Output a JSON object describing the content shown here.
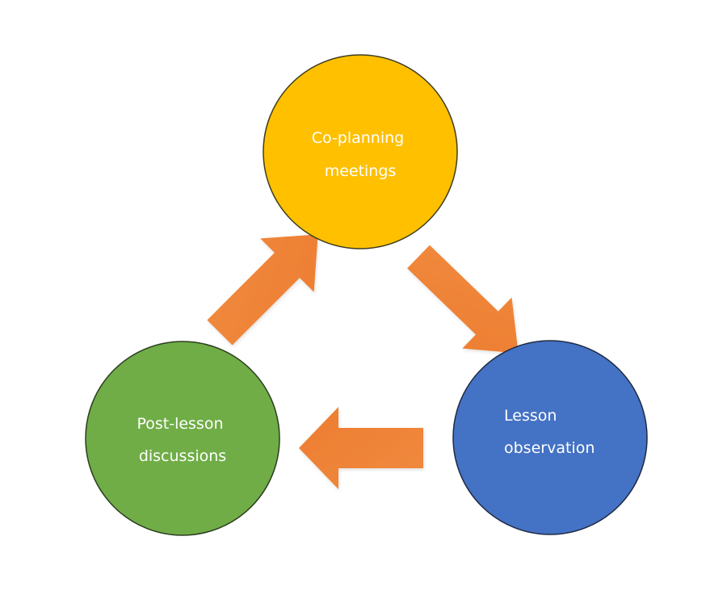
{
  "diagram": {
    "nodes": [
      {
        "id": "co-planning",
        "lines": [
          "Co-planning",
          "meetings"
        ],
        "color": "#FFC000",
        "stroke": "#3d3d1f"
      },
      {
        "id": "lesson-observation",
        "lines": [
          "Lesson",
          "observation"
        ],
        "color": "#4472C4",
        "stroke": "#1f2a44"
      },
      {
        "id": "post-lesson",
        "lines": [
          "Post-lesson",
          "discussions"
        ],
        "color": "#70AD47",
        "stroke": "#2a3d1f"
      }
    ],
    "arrow_color": "#ED7D31",
    "flow": [
      "co-planning",
      "lesson-observation",
      "post-lesson",
      "co-planning"
    ]
  }
}
